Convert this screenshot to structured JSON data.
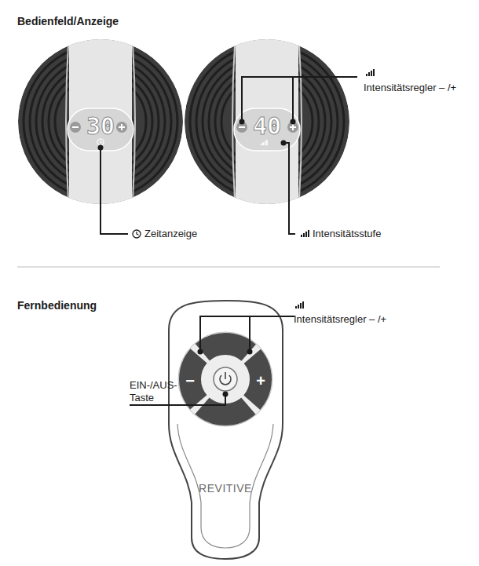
{
  "diagram": {
    "labels": [
      "Bedienfeld/Anzeige",
      "30",
      "40",
      "Intensitätsregler – /+",
      "Zeitanzeige",
      "Intensitätsstufe",
      "Fernbedienung",
      "Intensitätsregler – /+",
      "EIN-/AUS- Taste",
      "−",
      "+",
      "REVITIVE"
    ]
  }
}
